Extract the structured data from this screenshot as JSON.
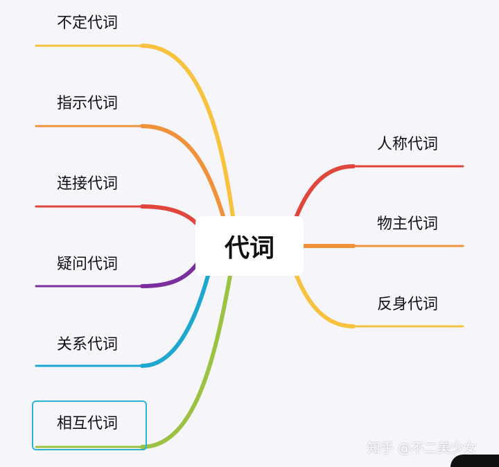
{
  "center": {
    "label": "代词"
  },
  "left_branches": [
    {
      "label": "不定代词",
      "color": "#f7c23e"
    },
    {
      "label": "指示代词",
      "color": "#f0923a"
    },
    {
      "label": "连接代词",
      "color": "#e0463c"
    },
    {
      "label": "疑问代词",
      "color": "#7b2f9e"
    },
    {
      "label": "关系代词",
      "color": "#1fa8cf"
    },
    {
      "label": "相互代词",
      "color": "#9cc243"
    }
  ],
  "right_branches": [
    {
      "label": "人称代词",
      "color": "#e0463c"
    },
    {
      "label": "物主代词",
      "color": "#f0923a"
    },
    {
      "label": "反身代词",
      "color": "#f7c23e"
    }
  ],
  "watermark": "知乎 @不二美少女"
}
